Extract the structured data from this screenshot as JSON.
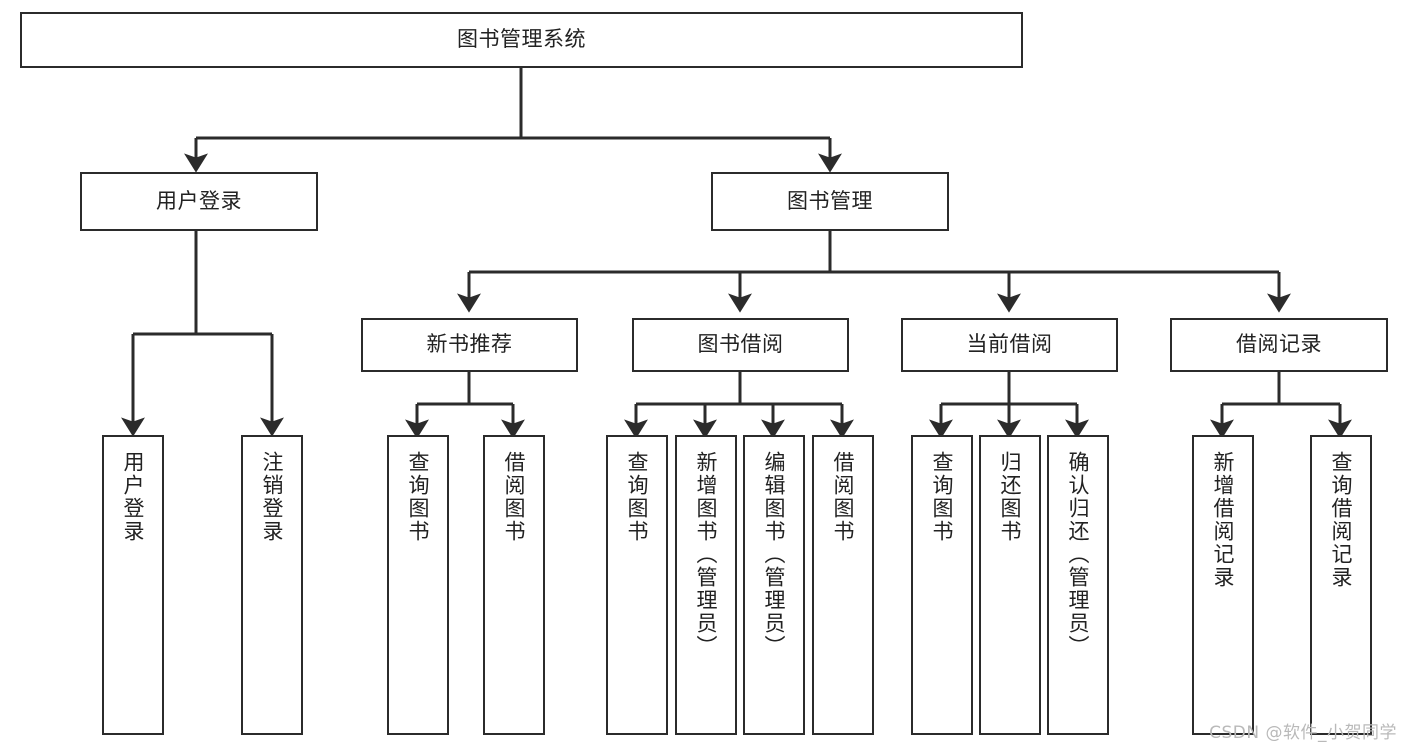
{
  "diagram": {
    "title": "图书管理系统",
    "type": "tree-hierarchy-chart",
    "colors": {
      "background": "#ffffff",
      "box_border": "#2b2b2b",
      "box_fill": "#ffffff",
      "edge": "#2b2b2b",
      "text": "#222222",
      "watermark": "#b9b9b9"
    }
  },
  "watermark": {
    "text": "CSDN @软件_小贺同学"
  },
  "nodes": {
    "root": {
      "label": "图书管理系统"
    },
    "level2": [
      {
        "id": "user-login",
        "label": "用户登录"
      },
      {
        "id": "book-management",
        "label": "图书管理"
      }
    ],
    "level3": [
      {
        "id": "new-book-recommend",
        "label": "新书推荐"
      },
      {
        "id": "book-borrow",
        "label": "图书借阅"
      },
      {
        "id": "current-borrow",
        "label": "当前借阅"
      },
      {
        "id": "borrow-record",
        "label": "借阅记录"
      }
    ],
    "leaves": {
      "user_login": [
        {
          "id": "leaf-user-login",
          "label": "用户登录"
        },
        {
          "id": "leaf-logout-login",
          "label": "注销登录"
        }
      ],
      "new_book_recommend": [
        {
          "id": "leaf-query-book-1",
          "label": "查询图书"
        },
        {
          "id": "leaf-borrow-book-1",
          "label": "借阅图书"
        }
      ],
      "book_borrow": [
        {
          "id": "leaf-query-book-2",
          "label": "查询图书"
        },
        {
          "id": "leaf-add-book",
          "label": "新增图书（管理员）"
        },
        {
          "id": "leaf-edit-book",
          "label": "编辑图书（管理员）"
        },
        {
          "id": "leaf-borrow-book-2",
          "label": "借阅图书"
        }
      ],
      "current_borrow": [
        {
          "id": "leaf-query-book-3",
          "label": "查询图书"
        },
        {
          "id": "leaf-return-book",
          "label": "归还图书"
        },
        {
          "id": "leaf-confirm-return",
          "label": "确认归还（管理员）"
        }
      ],
      "borrow_record": [
        {
          "id": "leaf-add-record",
          "label": "新增借阅记录"
        },
        {
          "id": "leaf-query-record",
          "label": "查询借阅记录"
        }
      ]
    }
  }
}
